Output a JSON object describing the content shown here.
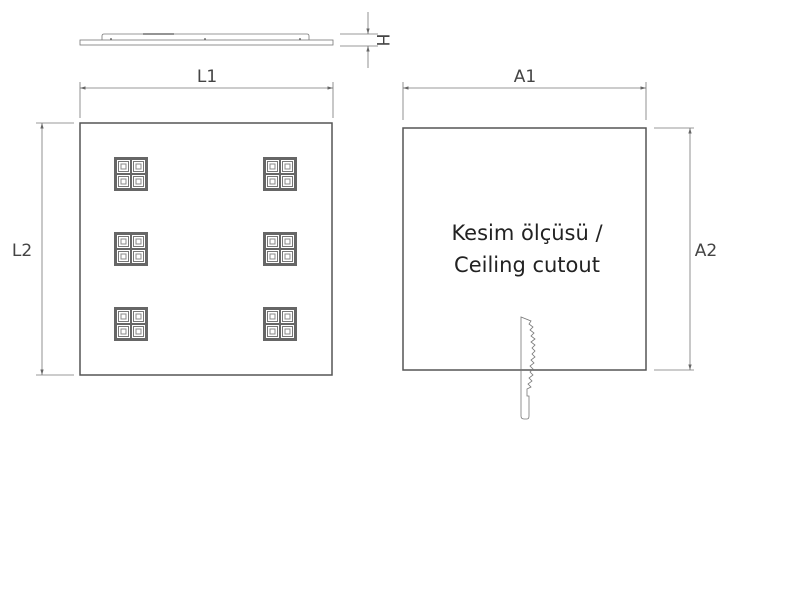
{
  "dimensions": {
    "l1": "L1",
    "l2": "L2",
    "a1": "A1",
    "a2": "A2",
    "h": "H"
  },
  "cutout": {
    "line1": "Kesim ölçüsü /",
    "line2": "Ceiling cutout"
  },
  "panel": {
    "module_count": 6
  }
}
